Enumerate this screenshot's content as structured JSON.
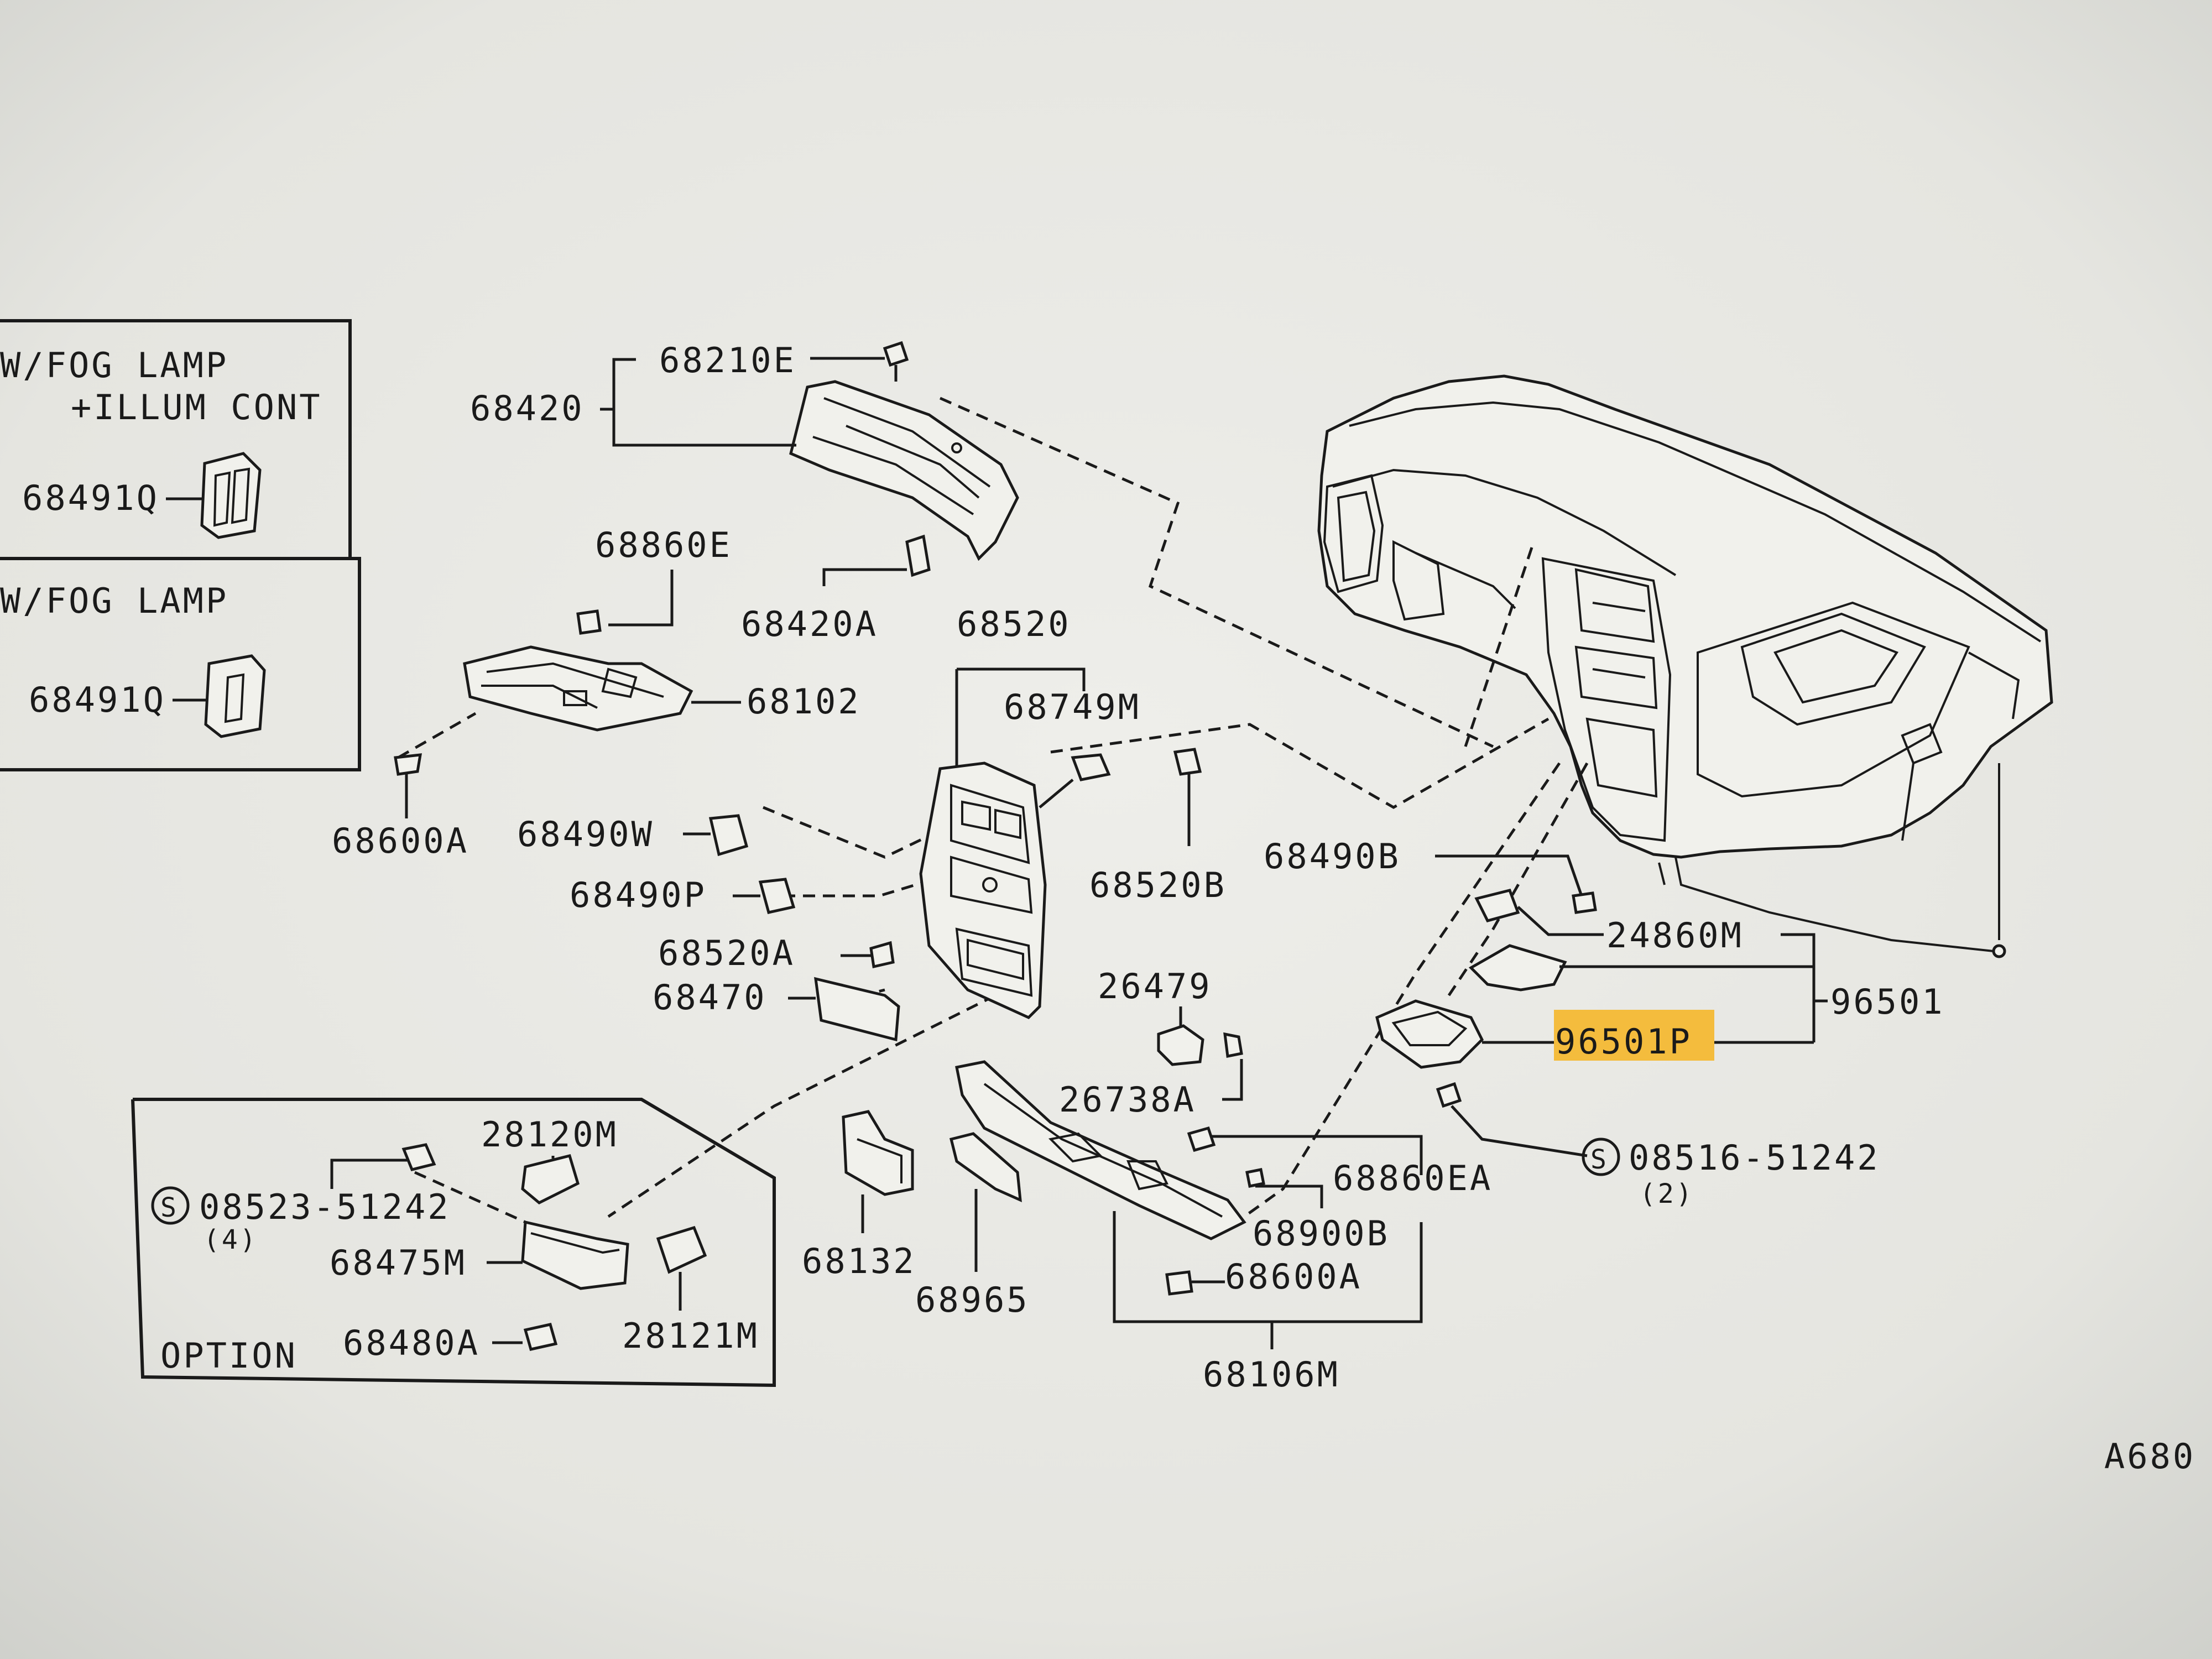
{
  "diagram": {
    "highlight_color": "#f5b72a",
    "inset_fog_illum": {
      "title_line1": "W/FOG LAMP",
      "title_line2": "+ILLUM CONT",
      "part": "68491Q"
    },
    "inset_fog": {
      "title": "W/FOG LAMP",
      "part": "68491Q"
    },
    "inset_option": {
      "title": "OPTION",
      "bolt": "08523-51242",
      "bolt_symbol": "S",
      "bolt_qty": "(4)",
      "parts": [
        "28120M",
        "68475M",
        "68480A",
        "28121M"
      ]
    },
    "labels": {
      "p68210E": "68210E",
      "p68420": "68420",
      "p68860E": "68860E",
      "p68420A": "68420A",
      "p68520": "68520",
      "p68749M": "68749M",
      "p68102": "68102",
      "p68600A_top": "68600A",
      "p68490W": "68490W",
      "p68490P": "68490P",
      "p68520B": "68520B",
      "p68490B": "68490B",
      "p68520A": "68520A",
      "p68470": "68470",
      "p26479": "26479",
      "p26738A": "26738A",
      "p24860M": "24860M",
      "p96501": "96501",
      "p96501P": "96501P",
      "p08516": "08516-51242",
      "p08516_symbol": "S",
      "p08516_qty": "(2)",
      "p68860EA": "68860EA",
      "p68900B": "68900B",
      "p68600A_bottom": "68600A",
      "p68132": "68132",
      "p68965": "68965",
      "p68106M": "68106M"
    },
    "page_code": "A680"
  }
}
